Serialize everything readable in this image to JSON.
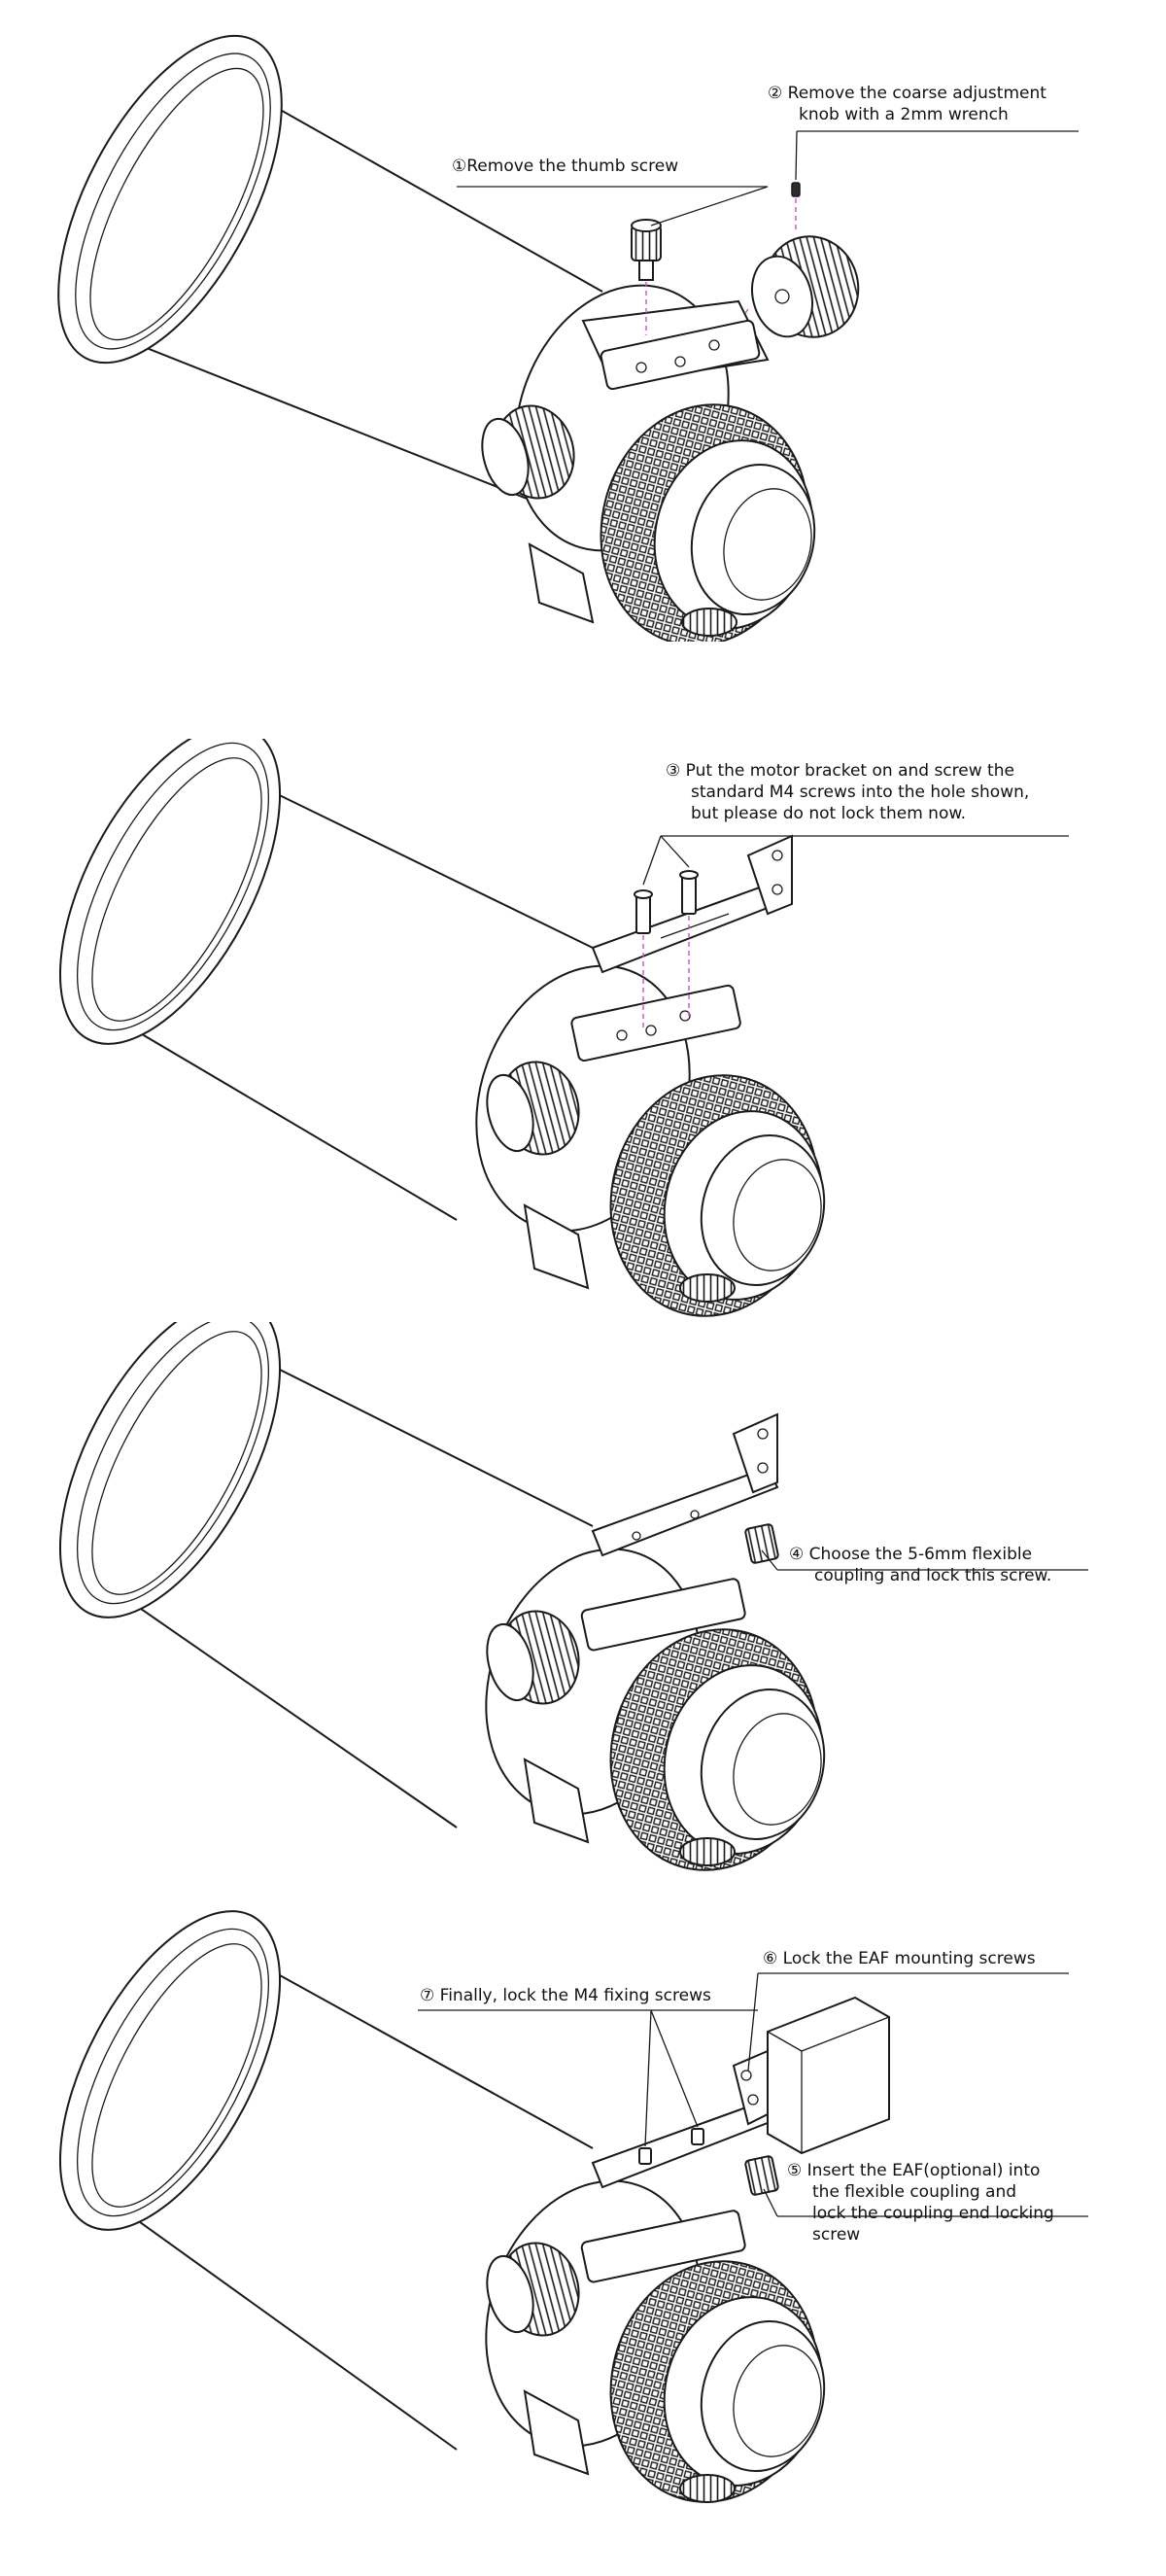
{
  "steps": [
    {
      "id": "panel-1",
      "callouts": [
        {
          "num": "①",
          "lines": [
            "Remove the thumb screw"
          ]
        },
        {
          "num": "②",
          "lines": [
            "Remove the coarse adjustment",
            "knob with a 2mm wrench"
          ]
        }
      ]
    },
    {
      "id": "panel-2",
      "callouts": [
        {
          "num": "③",
          "lines": [
            "Put the motor bracket on and screw the",
            "standard M4 screws into the hole shown,",
            "but please do not lock them now."
          ]
        }
      ]
    },
    {
      "id": "panel-3",
      "callouts": [
        {
          "num": "④",
          "lines": [
            "Choose the 5-6mm flexible",
            "coupling and lock this screw."
          ]
        }
      ]
    },
    {
      "id": "panel-4",
      "callouts": [
        {
          "num": "⑦",
          "lines": [
            "Finally, lock the M4 fixing screws"
          ]
        },
        {
          "num": "⑥",
          "lines": [
            "Lock the EAF mounting screws"
          ]
        },
        {
          "num": "⑤",
          "lines": [
            "Insert the EAF(optional) into",
            "the flexible coupling and",
            "lock the coupling end locking",
            "screw"
          ]
        }
      ]
    }
  ],
  "colors": {
    "line": "#1a1a1a",
    "guide_dash": "#d050c8",
    "background": "#ffffff"
  }
}
